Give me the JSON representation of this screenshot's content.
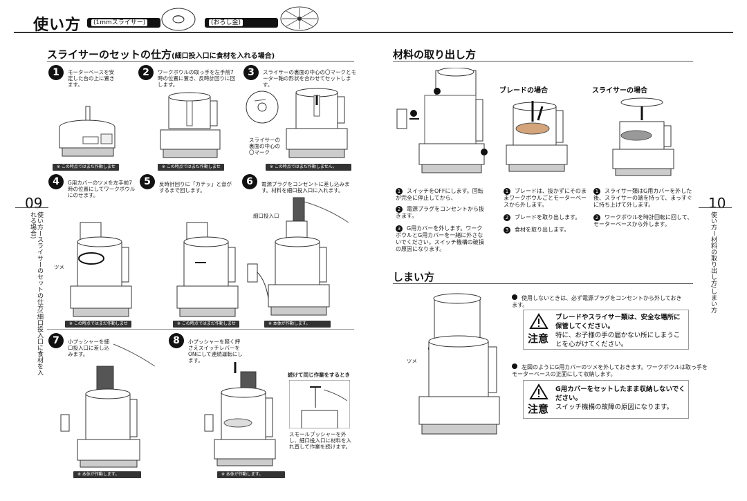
{
  "header": {
    "title": "使い方",
    "tag1": "(1mmスライサー)",
    "tag2": "(おろし金)"
  },
  "left": {
    "heading": "スライサーのセットの仕方",
    "heading_sub": "(細口投入口に食材を入れる場合)",
    "page_no": "09",
    "side_text": "使い方ースライサーのセットの仕方(細口投入口に食材を入れる場合)",
    "steps": [
      {
        "n": "1",
        "text": "モーターベースを安定した台の上に置きます。",
        "note": "※ この時点ではまだ作動しません。"
      },
      {
        "n": "2",
        "text": "ワークボウルの取っ手を左手前7時の位置に置き、反時計回りに回します。",
        "note": "※ この時点ではまだ作動しません。"
      },
      {
        "n": "3",
        "text": "スライサーの裏面の中心の〇マークとモーター軸の形状を合わせてセットします。",
        "note": "※ この時点ではまだ作動しません。"
      },
      {
        "n": "4",
        "text": "G用カバーのツメを左手前7時の位置にしてワークボウルにのせます。",
        "note": "※ この時点ではまだ作動しません。"
      },
      {
        "n": "5",
        "text": "反時計回りに「カチッ」と音がするまで回します。",
        "note": "※ この時点ではまだ作動しません。"
      },
      {
        "n": "6",
        "text": "電源プラグをコンセントに差し込みます。材料を細口投入口に入れます。",
        "note": "※ 本体が作動します。"
      },
      {
        "n": "7",
        "text": "小プッシャーを細口投入口に差し込みます。",
        "note": "※ 本体が作動します。"
      },
      {
        "n": "8",
        "text": "小プッシャーを軽く押さえスイッチレバーをONにして連続運転にします。",
        "note": "※ 本体が作動します。"
      }
    ],
    "label_mark": "スライサーの裏面の中心の〇マーク",
    "label_tsume": "ツメ",
    "label_hosokuchi": "細口投入口",
    "continue_head": "続けて同じ作業をするとき",
    "continue_text": "スモールプッシャーを外し、細口投入口に材料を入れ直して作業を続けます。"
  },
  "right": {
    "heading1": "材料の取り出し方",
    "page_no": "10",
    "side_text": "使い方ー材料の取り出し方/しまい方",
    "blade_head": "ブレードの場合",
    "slicer_head": "スライサーの場合",
    "general_items": [
      {
        "n": "1",
        "text": "スイッチをOFFにします。回転が完全に停止してから、"
      },
      {
        "n": "2",
        "text": "電源プラグをコンセントから抜きます。"
      },
      {
        "n": "3",
        "text": "G用カバーを外します。ワークボウルとG用カバーを一緒に外さないでください。スイッチ機構の破損の原因になります。"
      }
    ],
    "blade_items": [
      {
        "n": "1",
        "text": "ブレードは、抜かずにそのままワークボウルごとモーターベースから外します。"
      },
      {
        "n": "2",
        "text": "ブレードを取り出します。"
      },
      {
        "n": "3",
        "text": "食材を取り出します。"
      }
    ],
    "slicer_items": [
      {
        "n": "1",
        "text": "スライサー類はG用カバーを外した後、スライサーの端を持って、まっすぐに持ち上げて外します。"
      },
      {
        "n": "2",
        "text": "ワークボウルを時計回転に回して、モーターベースから外します。"
      }
    ],
    "heading2": "しまい方",
    "store1": "使用しないときは、必ず電源プラグをコンセントから外しておきます。",
    "warn1_bold": "ブレードやスライサー類は、安全な場所に保管してください。",
    "warn1_rest": "特に、お子様の手の届かない所にしまうことを心がけてください。",
    "store2": "左図のようにG用カバーのツメを外しておきます。ワークボウルは取っ手をモーターベースの正面にして収納します。",
    "warn2_bold": "G用カバーをセットしたまま収納しないでください。",
    "warn2_rest": "スイッチ機構の故障の原因になります。",
    "caution": "注意",
    "label_tsume": "ツメ"
  }
}
